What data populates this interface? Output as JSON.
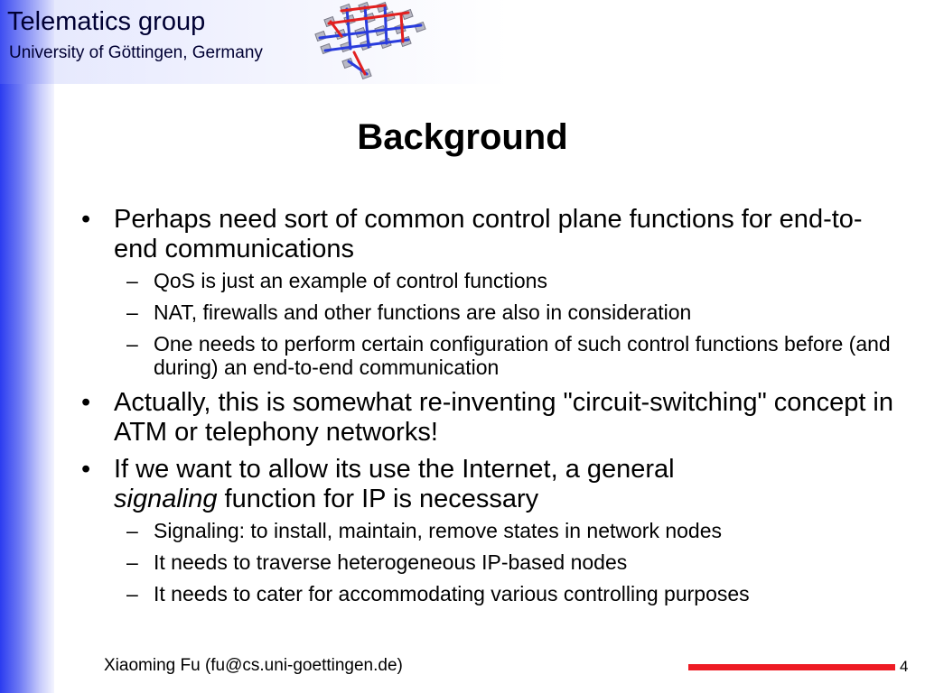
{
  "header": {
    "brand_title": "Telematics group",
    "brand_subtitle": "University of Göttingen, Germany",
    "logo": "network-grid-logo"
  },
  "slide": {
    "title": "Background",
    "bullets": [
      {
        "text": "Perhaps need sort of common control plane functions for end-to-end communications",
        "sub": [
          "QoS is just an example of control functions",
          "NAT, firewalls and other functions are also in consideration",
          "One needs to perform certain configuration of such control functions before (and during) an end-to-end communication"
        ]
      },
      {
        "text": "Actually, this is somewhat re-inventing \"circuit-switching\" concept in ATM or telephony networks!",
        "sub": []
      },
      {
        "text_before": "If we want to allow its use the Internet, a general",
        "text_emphasis": "signaling",
        "text_after": " function for IP is necessary",
        "sub": [
          "Signaling: to install, maintain, remove states in network nodes",
          "It needs to traverse heterogeneous IP-based nodes",
          "It needs to cater for accommodating various controlling purposes"
        ]
      }
    ]
  },
  "footer": {
    "author": "Xiaoming Fu (fu@cs.uni-goettingen.de)",
    "page_number": "4"
  },
  "colors": {
    "accent_red": "#ee1b24",
    "band_blue": "#2b3cf0",
    "logo_blue": "#2a3cdc",
    "logo_red": "#e22020"
  }
}
